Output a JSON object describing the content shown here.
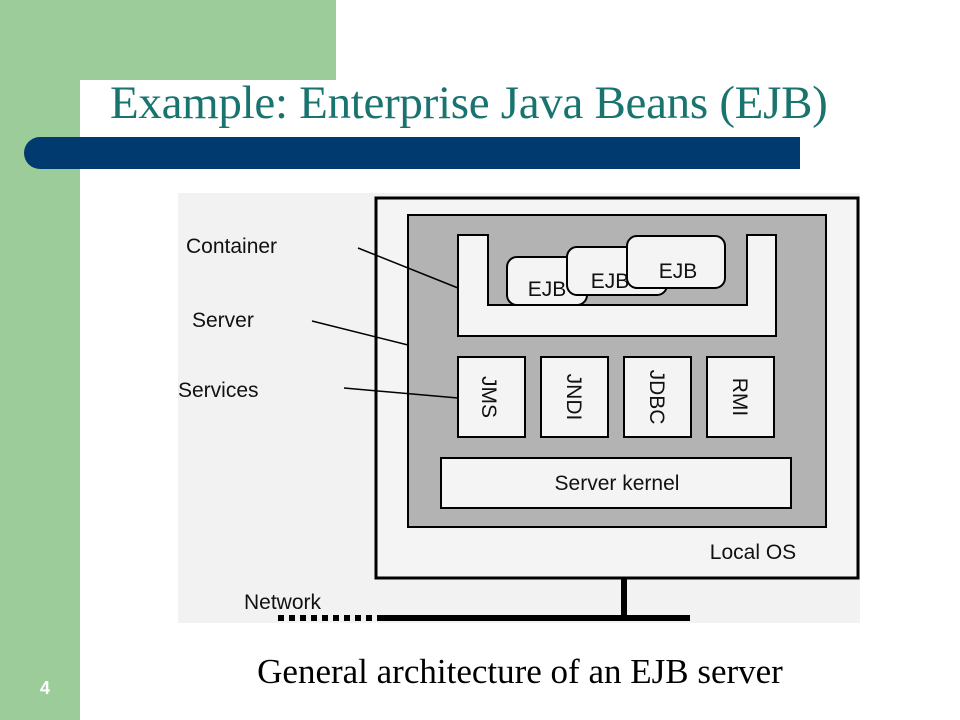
{
  "slide": {
    "title": "Example: Enterprise Java Beans (EJB)",
    "number": "4",
    "caption": "General architecture of an EJB server"
  },
  "diagram": {
    "labels": {
      "container": "Container",
      "server": "Server",
      "services": "Services",
      "network": "Network"
    },
    "beans": [
      "EJB",
      "EJB",
      "EJB"
    ],
    "services": [
      "JMS",
      "JNDI",
      "JDBC",
      "RMI"
    ],
    "server_kernel": "Server kernel",
    "local_os": "Local OS"
  },
  "colors": {
    "background_band": "#9ccc99",
    "title_text": "#19736f",
    "title_bar": "#003a6e",
    "server_fill": "#b3b3b3",
    "outer_fill": "#f2f2f2"
  }
}
